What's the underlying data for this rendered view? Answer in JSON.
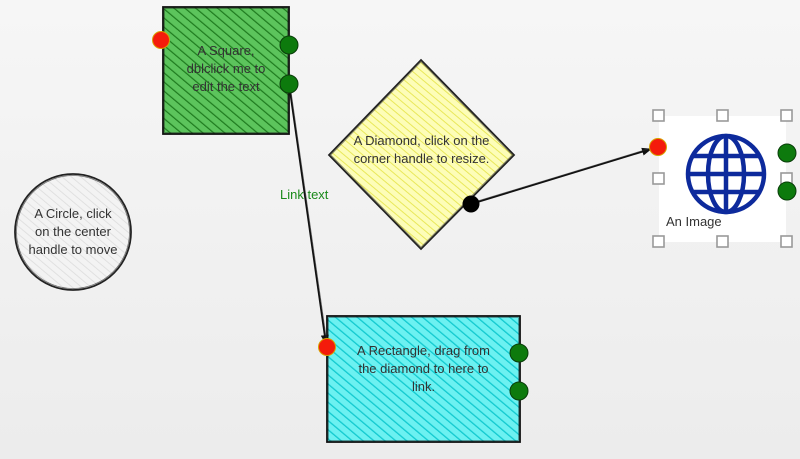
{
  "colors": {
    "square_fill": "#3fa93f",
    "diamond_fill": "#fbfb86",
    "rectangle_fill": "#2ee6e6",
    "circle_fill": "#e8e8e8",
    "handle_green": "#0d7a0d",
    "handle_red": "#f41b0b",
    "link_text": "#1a8a1a",
    "globe_blue": "#0d2a9c"
  },
  "shapes": {
    "square": {
      "text": "A Square,\ndblclick me to\nedit the text"
    },
    "diamond": {
      "text": "A Diamond, click on the\ncorner handle to resize."
    },
    "circle": {
      "text": "A Circle, click\non the center\nhandle to move"
    },
    "rectangle": {
      "text": "A Rectangle, drag from\nthe diamond to here to\nlink."
    },
    "image": {
      "caption": "An Image",
      "icon": "globe-icon"
    }
  },
  "links": {
    "square_to_rectangle": {
      "label": "Link text"
    }
  }
}
